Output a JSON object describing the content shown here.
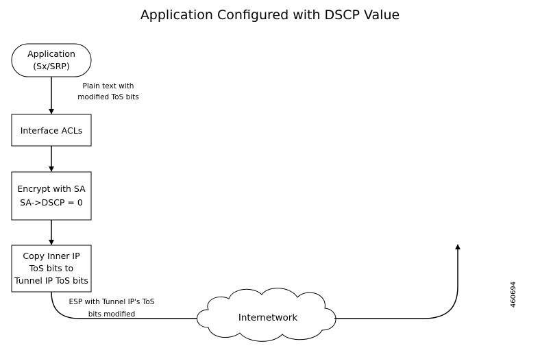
{
  "title": "Application Configured with DSCP Value",
  "nodes": {
    "application": {
      "line1": "Application",
      "line2": "(Sx/SRP)"
    },
    "interface_acls": {
      "line1": "Interface ACLs"
    },
    "encrypt": {
      "line1": "Encrypt with SA",
      "line2": "SA->DSCP = 0"
    },
    "copy": {
      "line1": "Copy Inner IP",
      "line2": "ToS bits to",
      "line3": "Tunnel IP ToS bits"
    },
    "cloud": {
      "label": "Internetwork"
    }
  },
  "annotations": {
    "plain_text": {
      "line1": "Plain text with",
      "line2": "modified ToS bits"
    },
    "esp": {
      "line1": "ESP with Tunnel IP's ToS",
      "line2": "bits modified"
    }
  },
  "figure_id": "460694",
  "colors": {
    "stroke": "#000000",
    "fill": "#ffffff",
    "text": "#000000"
  }
}
